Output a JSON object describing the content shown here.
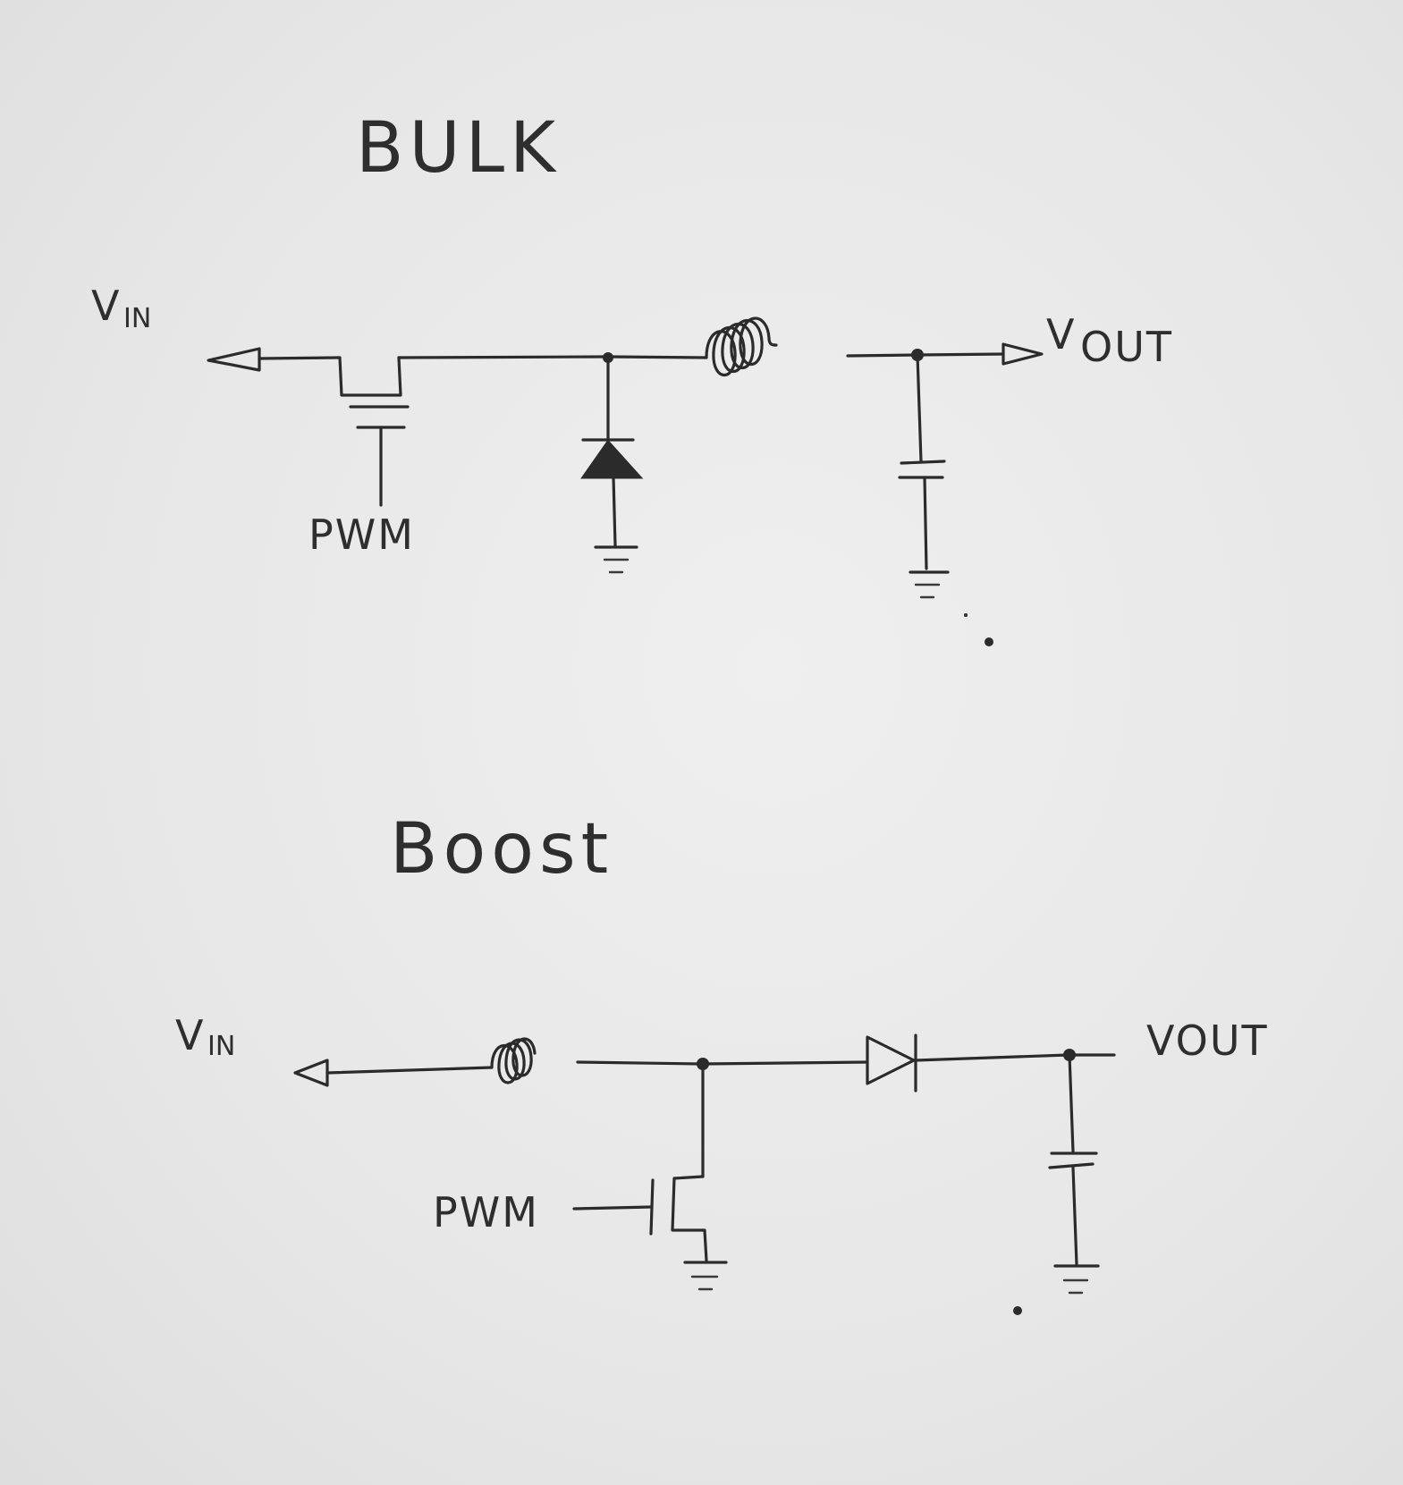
{
  "buck": {
    "title": "BULK",
    "vin_label": "V",
    "vin_sub": "IN",
    "vout_label": "V",
    "vout_sub": "OUT",
    "pwm_label": "PWM"
  },
  "boost": {
    "title": "Boost",
    "vin_label": "V",
    "vin_sub": "IN",
    "vout_label": "VOUT",
    "pwm_label": "PWM"
  },
  "colors": {
    "ink": "#2b2b2b",
    "paper": "#e9e9e9"
  }
}
